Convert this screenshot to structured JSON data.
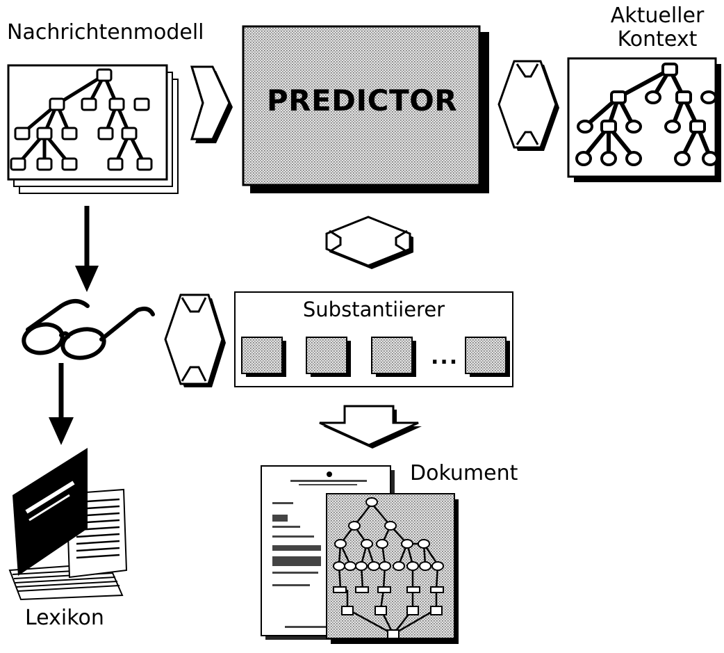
{
  "labels": {
    "nachrichtenmodell": "Nachrichtenmodell",
    "aktueller_kontext_line1": "Aktueller",
    "aktueller_kontext_line2": "Kontext",
    "predictor": "PREDICTOR",
    "substantiierer": "Substantiierer",
    "substantiierer_more": "...",
    "dokument": "Dokument",
    "lexikon": "Lexikon"
  },
  "icons": [
    "tree-model-icon",
    "tree-context-icon",
    "glasses-icon",
    "lexicon-book-icon",
    "document-icon",
    "double-arrow-icon",
    "down-arrow-icon"
  ],
  "colors": {
    "ink": "#000000",
    "paper": "#ffffff",
    "stipple": "#bdbdbd"
  }
}
